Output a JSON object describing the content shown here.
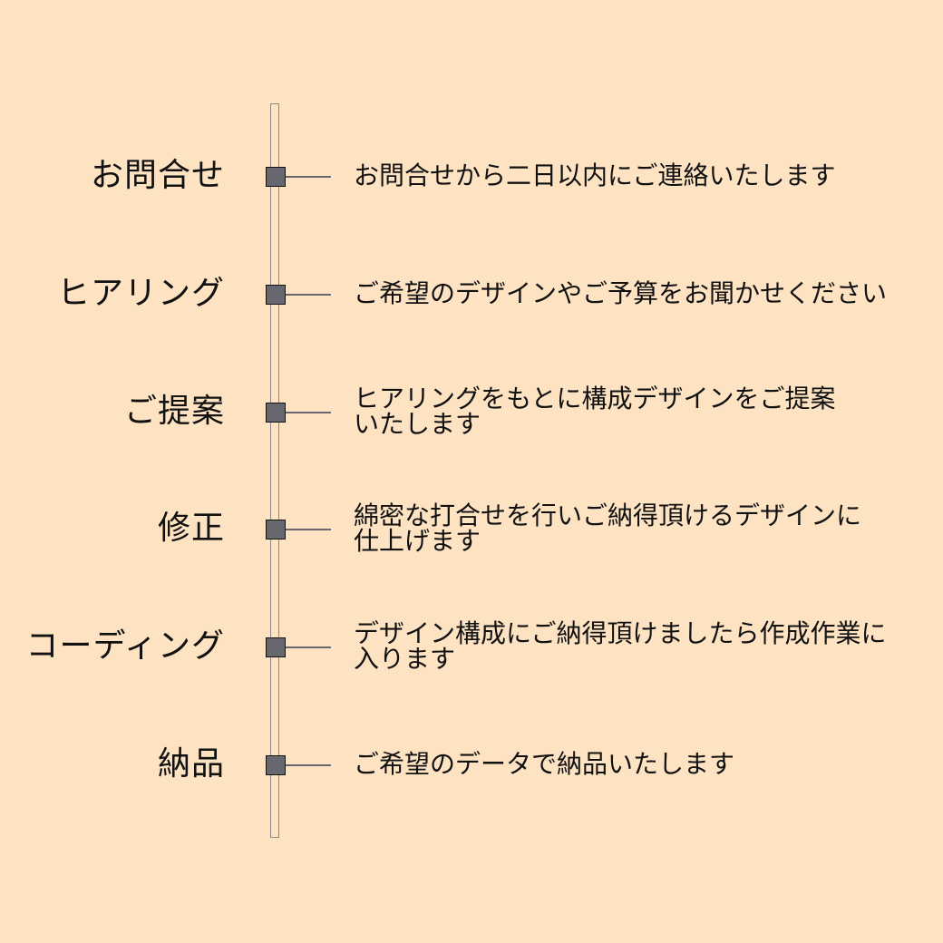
{
  "steps": [
    {
      "label": "お問合せ",
      "desc": "お問合せから二日以内にご連絡いたします"
    },
    {
      "label": "ヒアリング",
      "desc": "ご希望のデザインやご予算をお聞かせください"
    },
    {
      "label": "ご提案",
      "desc": "ヒアリングをもとに構成デザインをご提案\nいたします"
    },
    {
      "label": "修正",
      "desc": "綿密な打合せを行いご納得頂けるデザインに\n仕上げます"
    },
    {
      "label": "コーディング",
      "desc": "デザイン構成にご納得頂けましたら作成作業に\n入ります"
    },
    {
      "label": "納品",
      "desc": "ご希望のデータで納品いたします"
    }
  ]
}
